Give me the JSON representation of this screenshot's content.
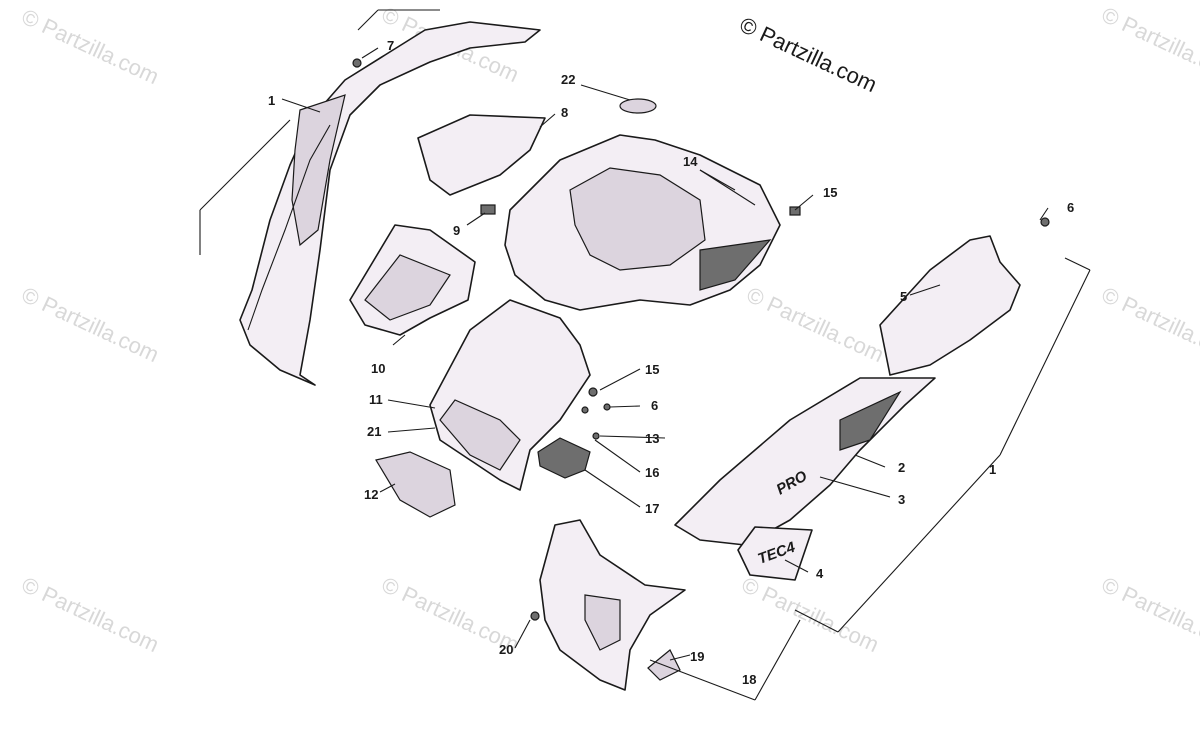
{
  "copyright": "© Partzilla.com",
  "watermark": "© Partzilla.com",
  "decals": {
    "model": "PRO",
    "badge": "TEC4"
  },
  "callouts": [
    "1",
    "1",
    "2",
    "3",
    "4",
    "5",
    "6",
    "6",
    "7",
    "8",
    "9",
    "10",
    "11",
    "12",
    "13",
    "14",
    "15",
    "15",
    "16",
    "17",
    "18",
    "19",
    "20",
    "21",
    "22"
  ],
  "colors": {
    "line": "#1a1a1a",
    "fill": "#f3eef4",
    "watermark": "#d8d8d8"
  }
}
